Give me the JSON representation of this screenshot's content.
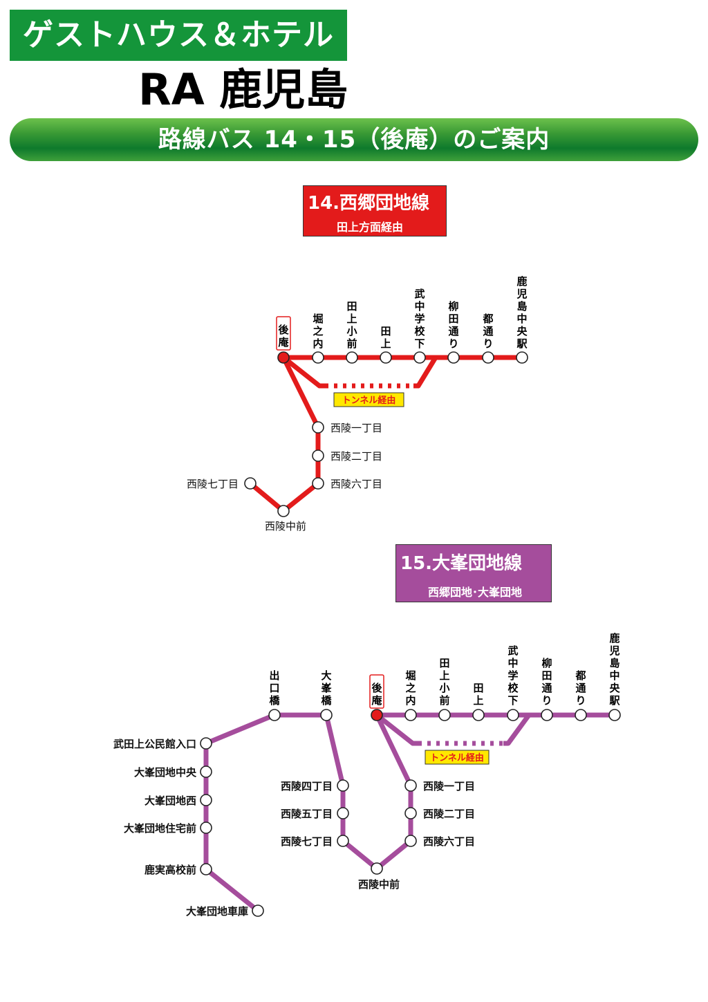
{
  "header": {
    "brand": "ゲストハウス＆ホテル",
    "hotel": "RA 鹿児島",
    "banner": "路線バス 14・15（後庵）のご案内"
  },
  "colors": {
    "brand_green": "#14953a",
    "route14": "#e31b1b",
    "route15": "#a54d9c",
    "tunnel_label_bg": "#ffe800",
    "tunnel_label_text": "#e31b1b"
  },
  "route14": {
    "title": "14.西郷団地線",
    "subtitle": "田上方面経由",
    "terminal": "後庵",
    "top_stops": [
      "堀之内",
      "田上小前",
      "田上",
      "武中学校下",
      "柳田通り",
      "都通り",
      "鹿児島中央駅"
    ],
    "branch_stops": [
      "西陵一丁目",
      "西陵二丁目",
      "西陵六丁目"
    ],
    "bottom_stop": "西陵中前",
    "end_stop": "西陵七丁目",
    "tunnel_label": "トンネル経由"
  },
  "route15": {
    "title": "15.大峯団地線",
    "subtitle": "西郷団地･大峯団地",
    "terminal": "後庵",
    "top_stops": [
      "堀之内",
      "田上小前",
      "田上",
      "武中学校下",
      "柳田通り",
      "都通り",
      "鹿児島中央駅"
    ],
    "upper_stops": [
      "出口橋",
      "大峯橋"
    ],
    "right_branch": [
      "西陵一丁目",
      "西陵二丁目",
      "西陵六丁目"
    ],
    "bottom_stop": "西陵中前",
    "middle_branch": [
      "西陵四丁目",
      "西陵五丁目",
      "西陵七丁目"
    ],
    "left_branch": [
      "武田上公民館入口",
      "大峯団地中央",
      "大峯団地西",
      "大峯団地住宅前",
      "鹿実高校前",
      "大峯団地車庫"
    ],
    "tunnel_label": "トンネル経由"
  }
}
